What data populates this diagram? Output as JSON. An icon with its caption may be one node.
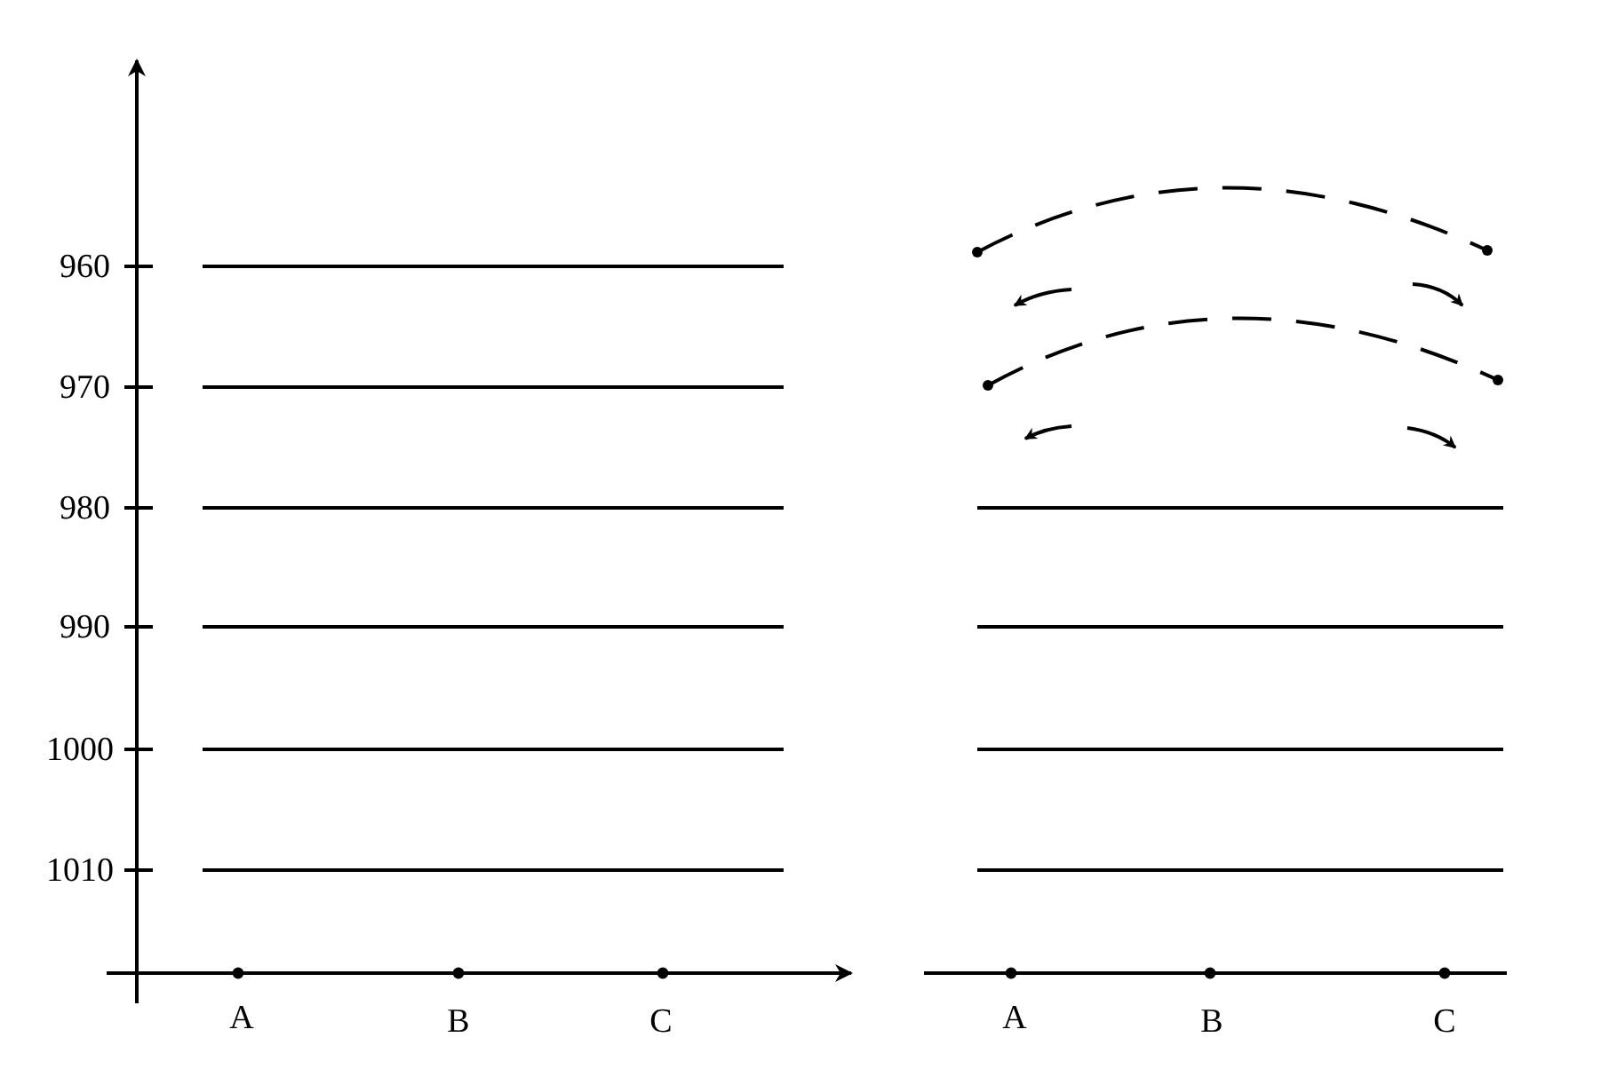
{
  "diagram": {
    "labels": [
      "960",
      "970",
      "980",
      "990",
      "1000",
      "1010",
      "A",
      "B",
      "C",
      "A",
      "B",
      "C"
    ]
  }
}
